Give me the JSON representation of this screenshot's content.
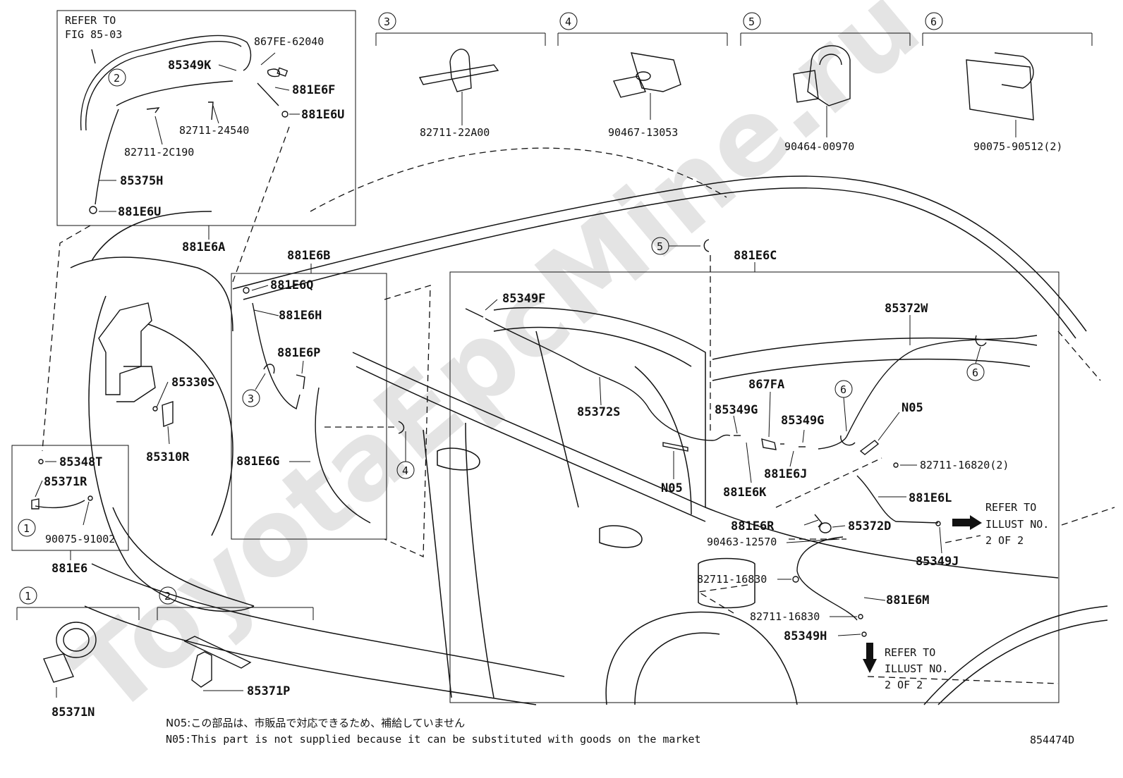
{
  "watermark": "ToyotaEpcMine.ru",
  "refer_fig": [
    "REFER TO",
    "FIG 85-03"
  ],
  "labels": {
    "p867FE_62040": "867FE-62040",
    "p85349K": "85349K",
    "p881E6F": "881E6F",
    "p881E6U_a": "881E6U",
    "p82711_24540": "82711-24540",
    "p82711_2C190": "82711-2C190",
    "p85375H": "85375H",
    "p881E6U_b": "881E6U",
    "p881E6A": "881E6A",
    "p881E6B": "881E6B",
    "p881E6Q": "881E6Q",
    "p881E6H": "881E6H",
    "p881E6P": "881E6P",
    "p881E6G": "881E6G",
    "p85330S": "85330S",
    "p85310R": "85310R",
    "p85348T": "85348T",
    "p85371R": "85371R",
    "p90075_91002": "90075-91002",
    "p881E6": "881E6",
    "p85371N": "85371N",
    "p85371P": "85371P",
    "p82711_22A00": "82711-22A00",
    "p90467_13053": "90467-13053",
    "p90464_00970": "90464-00970",
    "p90075_90512": "90075-90512(2)",
    "p881E6C": "881E6C",
    "p85349F": "85349F",
    "p85372S": "85372S",
    "p85372W": "85372W",
    "p867FA": "867FA",
    "p85349G_a": "85349G",
    "p85349G_b": "85349G",
    "pN05_a": "N05",
    "pN05_b": "N05",
    "p881E6J": "881E6J",
    "p881E6K": "881E6K",
    "p82711_16820": "82711-16820(2)",
    "p881E6L": "881E6L",
    "p881E6R": "881E6R",
    "p85372D": "85372D",
    "p90463_12570": "90463-12570",
    "p85349J": "85349J",
    "p82711_16830_a": "82711-16830",
    "p82711_16830_b": "82711-16830",
    "p881E6M": "881E6M",
    "p85349H": "85349H"
  },
  "refer_illust_a": [
    "REFER TO",
    "ILLUST NO.",
    "2 OF 2"
  ],
  "refer_illust_b": [
    "REFER TO",
    "ILLUST NO.",
    "2 OF 2"
  ],
  "callouts": {
    "c1": "1",
    "c2": "2",
    "c3": "3",
    "c4": "4",
    "c5": "5",
    "c6": "6"
  },
  "footnotes": {
    "jp": "N05:この部品は、市販品で対応できるため、補給していません",
    "en": "N05:This part is not supplied because it can be substituted with goods on the market"
  },
  "figure_id": "854474D"
}
